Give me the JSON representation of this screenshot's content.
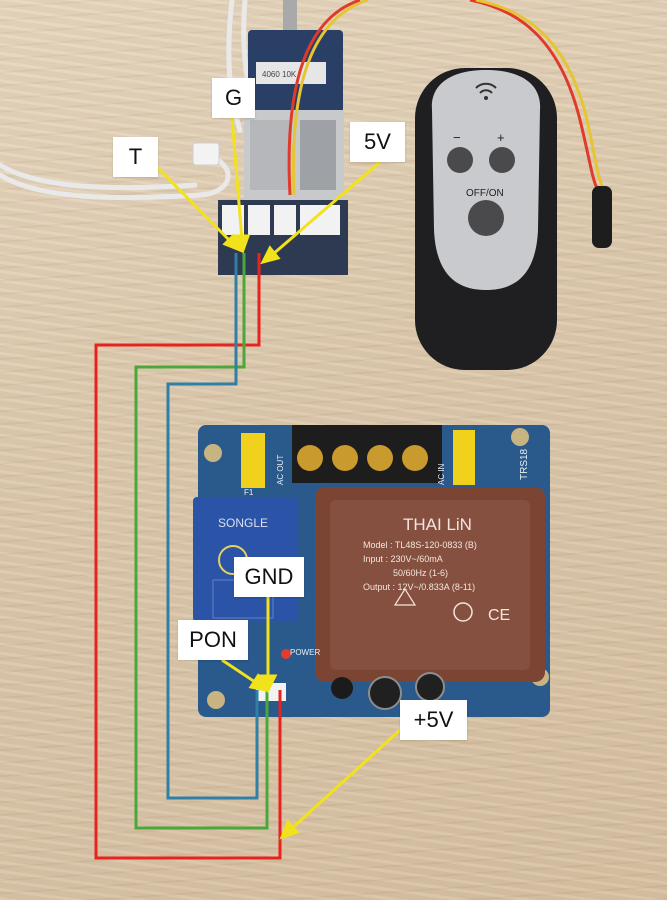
{
  "callouts": {
    "t": "T",
    "g": "G",
    "five_v": "5V",
    "gnd": "GND",
    "pon": "PON",
    "plus_five_v": "+5V"
  },
  "remote": {
    "minus": "−",
    "plus": "+",
    "power": "OFF/ON"
  },
  "board": {
    "transformer_brand": "THAI LiN",
    "transformer_lines": [
      "Model : TL48S-120-0833 (B)",
      "Input :  230V~/60mA",
      "            50/60Hz (1-6)",
      "Output : 12V~/0.833A (8-11)"
    ],
    "relay_brand": "SONGLE",
    "silk_power": "POWER",
    "silk_ac_out": "AC OUT",
    "silk_ac_in": "AC IN",
    "silk_model": "TRS18",
    "silk_fuse": "F1"
  },
  "colors": {
    "wire_red": "#e8231e",
    "wire_green": "#4aa83a",
    "wire_blue": "#2f7fa6",
    "arrow_yellow": "#f2e21b",
    "pcb_blue": "#2a5a8c",
    "transformer_brown": "#7b4433"
  }
}
